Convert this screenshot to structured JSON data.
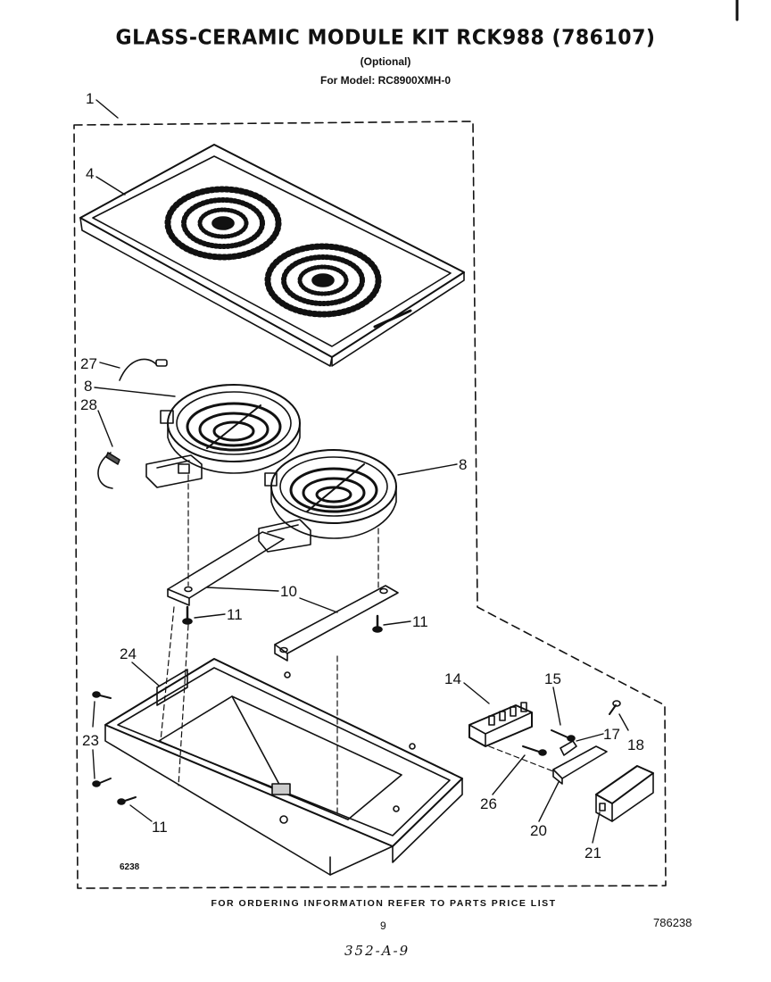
{
  "header": {
    "title": "GLASS-CERAMIC MODULE KIT RCK988 (786107)",
    "subtitle": "(Optional)",
    "model_line": "For Model: RC8900XMH-0"
  },
  "callouts": {
    "c1": "1",
    "c4": "4",
    "c27": "27",
    "c8a": "8",
    "c28": "28",
    "c8b": "8",
    "c10": "10",
    "c11a": "11",
    "c11b": "11",
    "c24": "24",
    "c14": "14",
    "c15": "15",
    "c17": "17",
    "c18": "18",
    "c23": "23",
    "c26": "26",
    "c11c": "11",
    "c20": "20",
    "c21": "21"
  },
  "figure_code": "6238",
  "footer": {
    "ordering_note": "FOR ORDERING INFORMATION REFER TO PARTS PRICE LIST",
    "page_number": "9",
    "document_code": "786238",
    "handwritten_code": "352-A-9"
  }
}
